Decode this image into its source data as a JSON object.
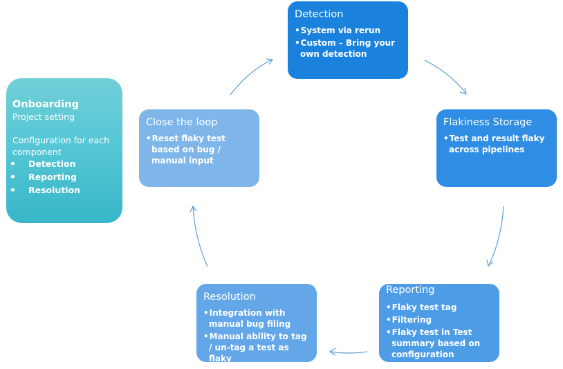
{
  "diagram": {
    "detection": {
      "title": "Detection",
      "items": [
        "System via rerun",
        "Custom – Bring your own detection"
      ]
    },
    "storage": {
      "title": "Flakiness Storage",
      "items": [
        "Test and result flaky across pipelines"
      ]
    },
    "reporting": {
      "title": "Reporting",
      "items": [
        "Flaky test tag",
        "Filtering",
        "Flaky test in Test summary based on configuration"
      ]
    },
    "resolution": {
      "title": "Resolution",
      "items": [
        "Integration with manual bug filing",
        "Manual ability to tag / un-tag a test as flaky"
      ]
    },
    "close": {
      "title": "Close the loop",
      "items": [
        "Reset flaky test based on bug / manual input"
      ]
    },
    "onboarding": {
      "title": "Onboarding",
      "subtitle": "Project setting",
      "config": "Configuration for each component",
      "items": [
        "Detection",
        "Reporting",
        "Resolution"
      ]
    }
  },
  "colors": {
    "detection": "#1a82dc",
    "storage": "#2f8ee3",
    "reporting": "#4d9de6",
    "resolution": "#63a7e8",
    "close": "#7eb6ea",
    "onboarding": "#4fc4d3",
    "arrow": "#5b9bd5"
  }
}
